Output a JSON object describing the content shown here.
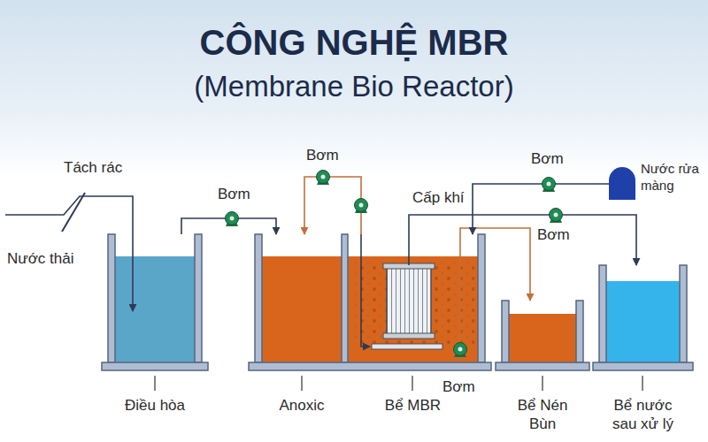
{
  "diagram": {
    "title": "CÔNG NGHỆ MBR",
    "nodes": [
      {
        "text": [
          "Điều hòa"
        ]
      },
      {
        "text": [
          "Anoxic"
        ]
      },
      {
        "text": [
          "Bể MBR"
        ]
      },
      {
        "text": [
          "Bể Nén Bùn"
        ]
      },
      {
        "text": [
          "Bể nước sau xử lý"
        ]
      },
      {
        "text": [
          "Nước rửa màng"
        ]
      }
    ],
    "edges": [
      {
        "from": 0,
        "to": 1,
        "arrow": "to"
      },
      {
        "from": 2,
        "to": 1,
        "arrow": "to"
      },
      {
        "from": 2,
        "to": 3,
        "arrow": "to"
      },
      {
        "from": 2,
        "to": 4,
        "arrow": "to"
      },
      {
        "from": 5,
        "to": 2,
        "arrow": "to"
      }
    ],
    "labels": [
      "(Membrane Bio Reactor)",
      "Tách rác",
      "Nước thải",
      "Bơm",
      "Bơm",
      "Bơm",
      "Cấp khí",
      "Bơm",
      "Bơm"
    ]
  }
}
